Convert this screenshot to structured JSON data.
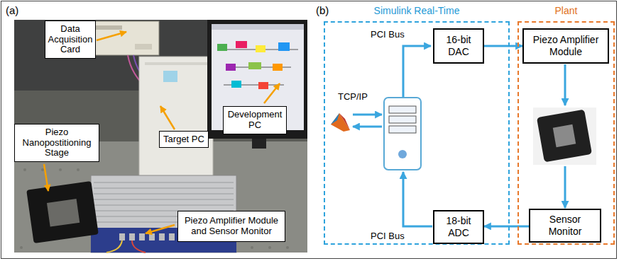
{
  "diagram": {
    "nodes": [
      {
        "text": [
          "Data Acquisition Card"
        ]
      },
      {
        "text": [
          "Target PC"
        ]
      },
      {
        "text": [
          "Development PC"
        ]
      },
      {
        "text": [
          "Piezo Nanopostitioning Stage"
        ]
      },
      {
        "text": [
          "Piezo Amplifier Module and Sensor Monitor"
        ]
      },
      {
        "text": [
          "Simulink Real-Time"
        ]
      },
      {
        "text": [
          "16-bit DAC"
        ],
        "in": 5
      },
      {
        "text": [
          "18-bit ADC"
        ],
        "in": 5
      },
      {
        "text": [
          "Plant"
        ]
      },
      {
        "text": [
          "Piezo Amplifier Module"
        ],
        "in": 8
      },
      {
        "text": [
          "Sensor Monitor"
        ],
        "in": 8
      }
    ],
    "edges": [
      {
        "from": 6,
        "to": 9,
        "arrow": "to"
      },
      {
        "from": 10,
        "to": 7,
        "arrow": "to"
      }
    ],
    "labels": [
      "(a)",
      "(b)",
      "TCP/IP",
      "PCI Bus",
      "PCI Bus"
    ]
  }
}
